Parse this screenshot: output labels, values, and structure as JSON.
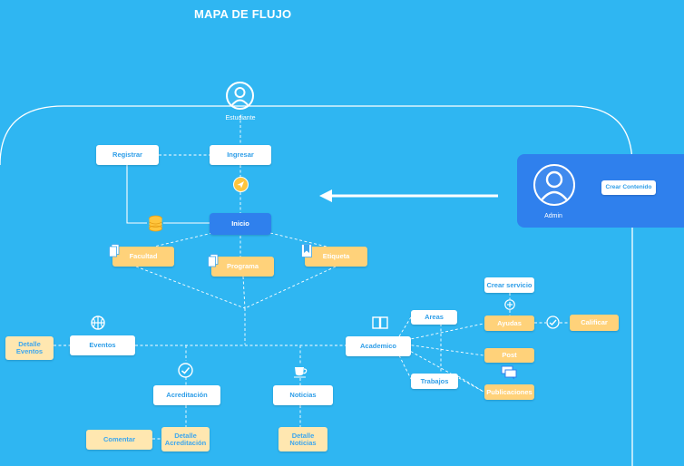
{
  "title": "MAPA DE FLUJO",
  "colors": {
    "background": "#2fb6f2",
    "node_white": "#ffffff",
    "node_yellow": "#ffd27a",
    "node_blue": "#2f80ed",
    "text_blue": "#2f9ee8",
    "icon_yellow": "#ffc53d"
  },
  "actors": {
    "student": "Estudiante",
    "admin": "Admin"
  },
  "nodes": {
    "registrar": "Registrar",
    "ingresar": "Ingresar",
    "inicio": "Inicio",
    "facultad": "Facultad",
    "programa": "Programa",
    "etiqueta": "Etiqueta",
    "eventos": "Eventos",
    "detalle_eventos_1": "Detalle",
    "detalle_eventos_2": "Eventos",
    "acreditacion": "Acreditación",
    "detalle_acreditacion_1": "Detalle",
    "detalle_acreditacion_2": "Acreditación",
    "comentar": "Comentar",
    "noticias": "Noticias",
    "detalle_noticias_1": "Detalle",
    "detalle_noticias_2": "Noticias",
    "academico": "Academico",
    "areas": "Areas",
    "trabajos": "Trabajos",
    "crear_servicio": "Crear servicio",
    "ayudas": "Ayudas",
    "calificar": "Calificar",
    "post": "Post",
    "publicaciones": "Publicaciones",
    "crear_contenido": "Crear Contenido"
  },
  "icons": {
    "student_avatar": "user-circle-icon",
    "admin_avatar": "user-circle-icon",
    "navigation": "location-arrow-icon",
    "database": "database-icon",
    "document": "document-icon",
    "bookmark": "bookmark-icon",
    "basketball": "basketball-icon",
    "check": "check-circle-icon",
    "coffee": "coffee-cup-icon",
    "book": "open-book-icon",
    "plus": "plus-circle-icon",
    "chat": "chat-bubbles-icon",
    "arrow": "arrow-left-icon"
  }
}
